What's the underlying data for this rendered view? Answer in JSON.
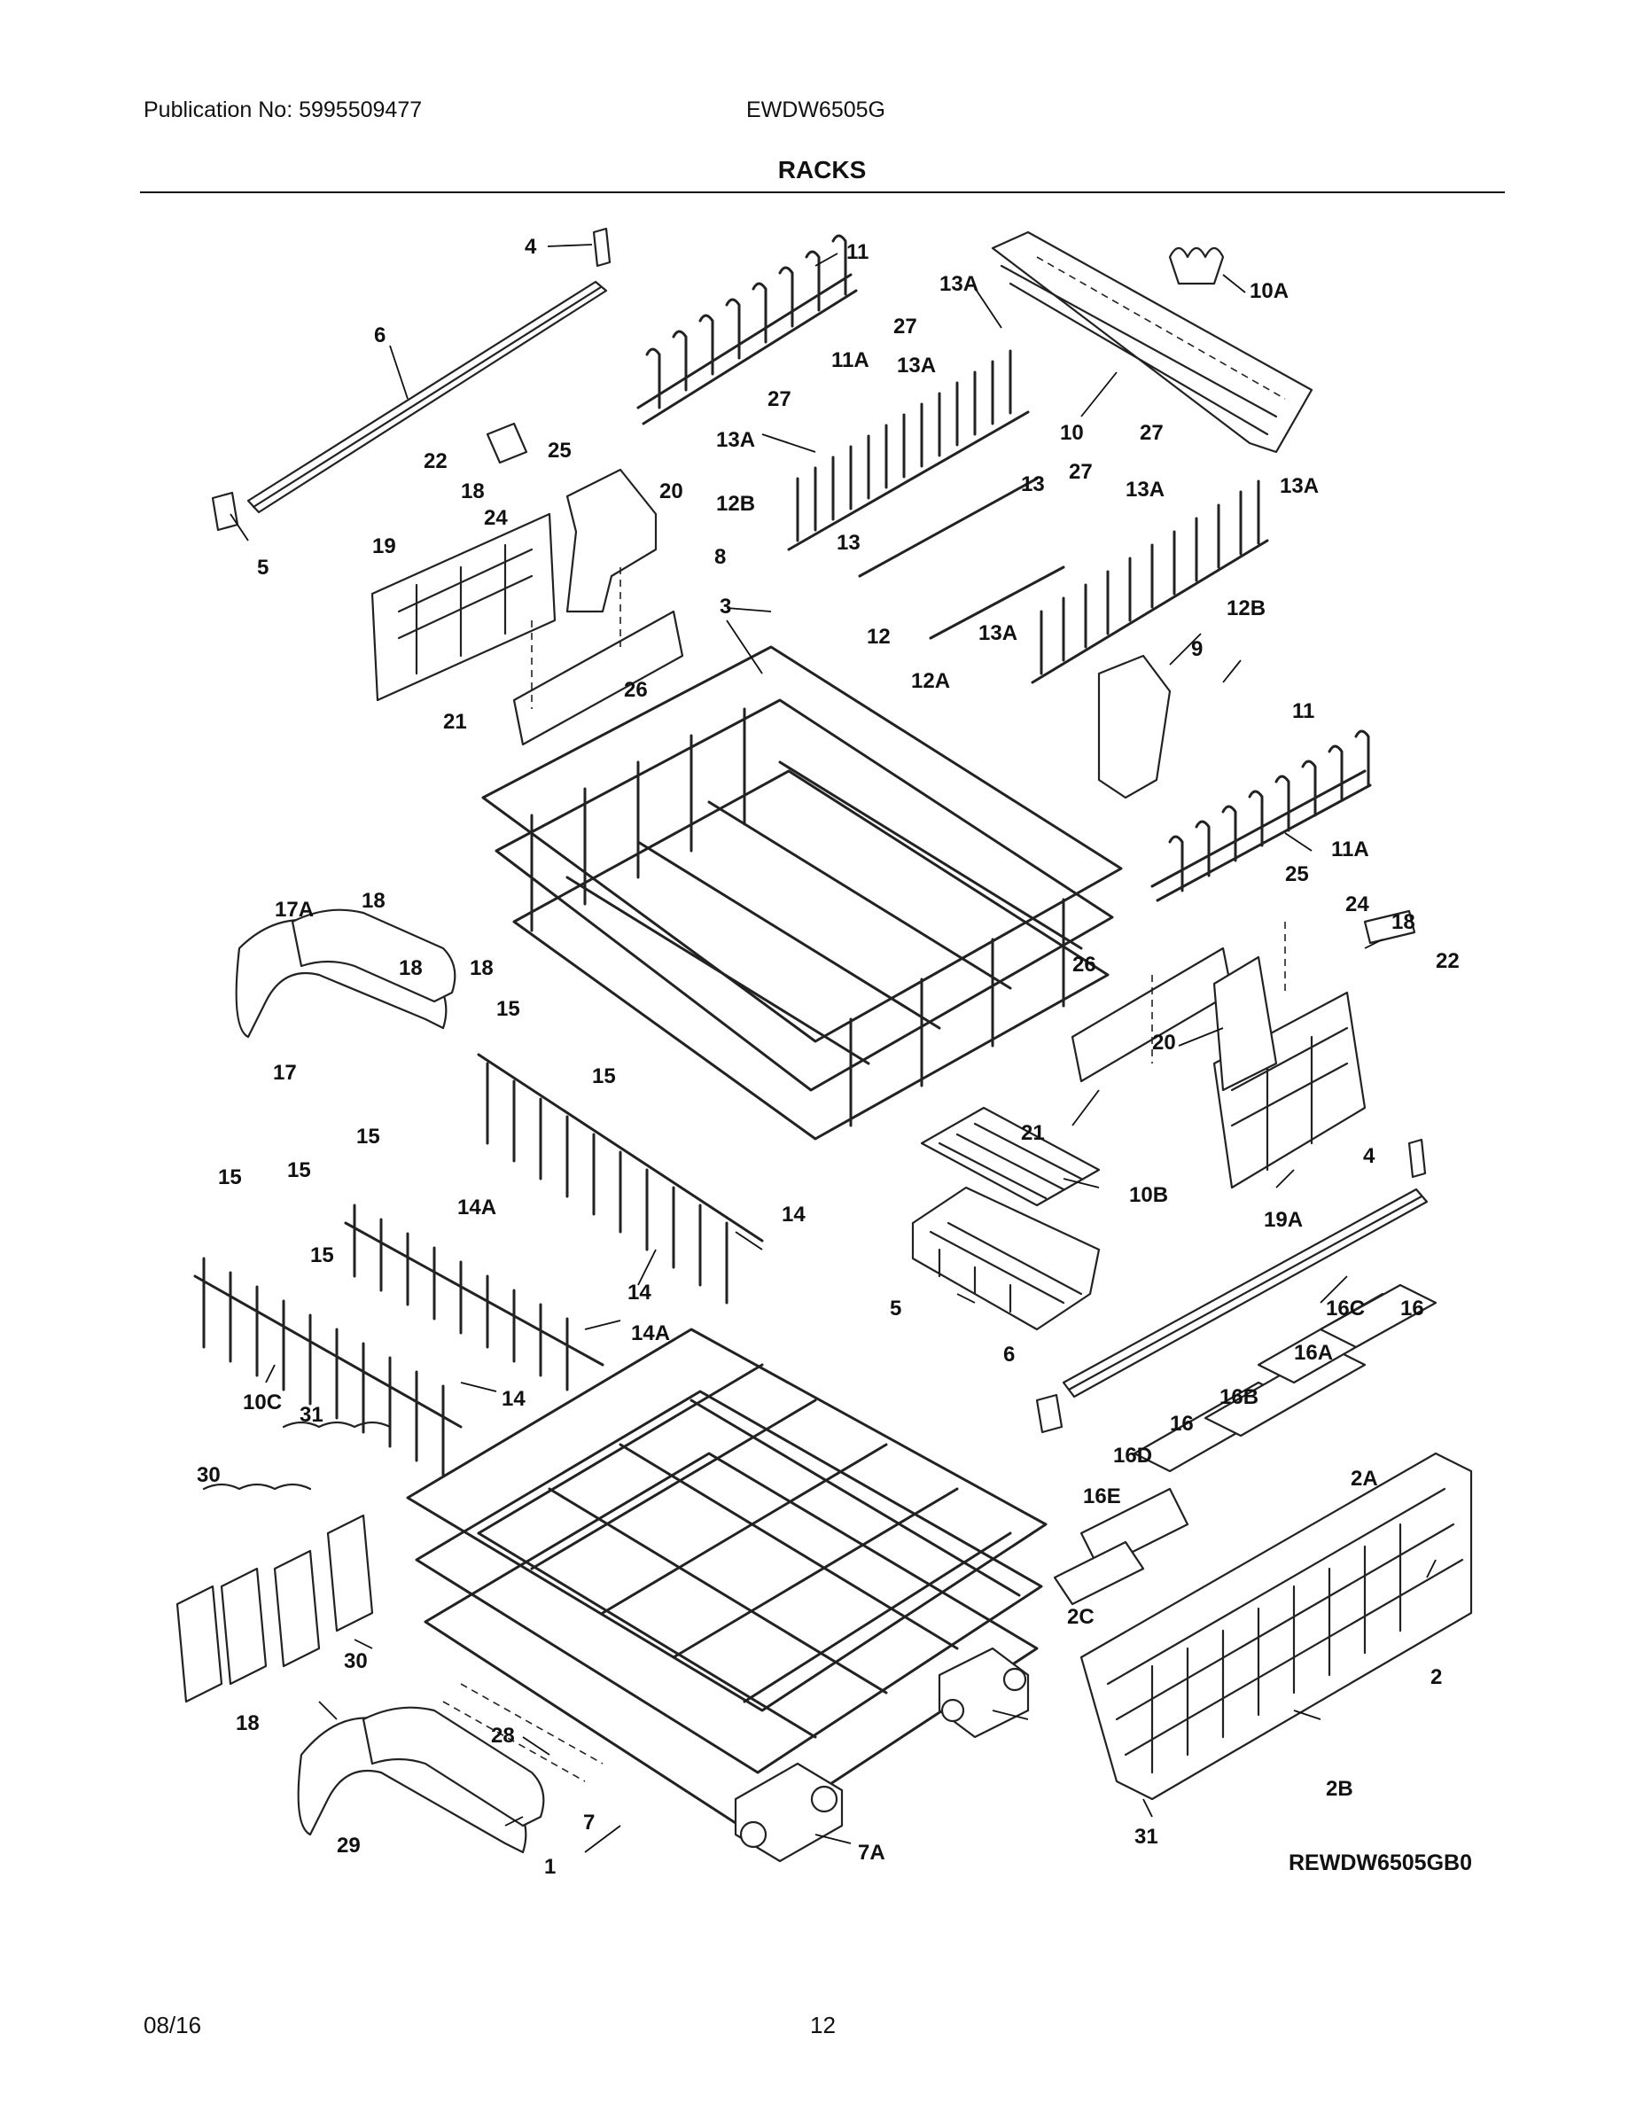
{
  "header": {
    "publication": "Publication No: 5995509477",
    "model": "EWDW6505G",
    "section_title": "RACKS"
  },
  "footer": {
    "date": "08/16",
    "page_number": "12"
  },
  "diagram_code": "REWDW6505GB0",
  "part_labels": [
    "4",
    "6",
    "5",
    "22",
    "18",
    "25",
    "24",
    "20",
    "19",
    "21",
    "26",
    "11",
    "11A",
    "13A",
    "27",
    "13A",
    "27",
    "13A",
    "12B",
    "8",
    "3",
    "13",
    "13",
    "12",
    "12A",
    "13A",
    "10A",
    "10",
    "27",
    "27",
    "13A",
    "13A",
    "12B",
    "9",
    "11",
    "11A",
    "25",
    "24",
    "18",
    "22",
    "26",
    "20",
    "21",
    "19A",
    "4",
    "17A",
    "18",
    "18",
    "18",
    "17",
    "15",
    "15",
    "14",
    "15",
    "15",
    "14A",
    "15",
    "15",
    "14",
    "14A",
    "14",
    "10C",
    "10B",
    "5",
    "6",
    "16C",
    "16",
    "16A",
    "16B",
    "16",
    "16D",
    "16E",
    "2C",
    "2A",
    "2",
    "2B",
    "31",
    "31",
    "30",
    "30",
    "18",
    "28",
    "29",
    "1",
    "7",
    "7A"
  ]
}
